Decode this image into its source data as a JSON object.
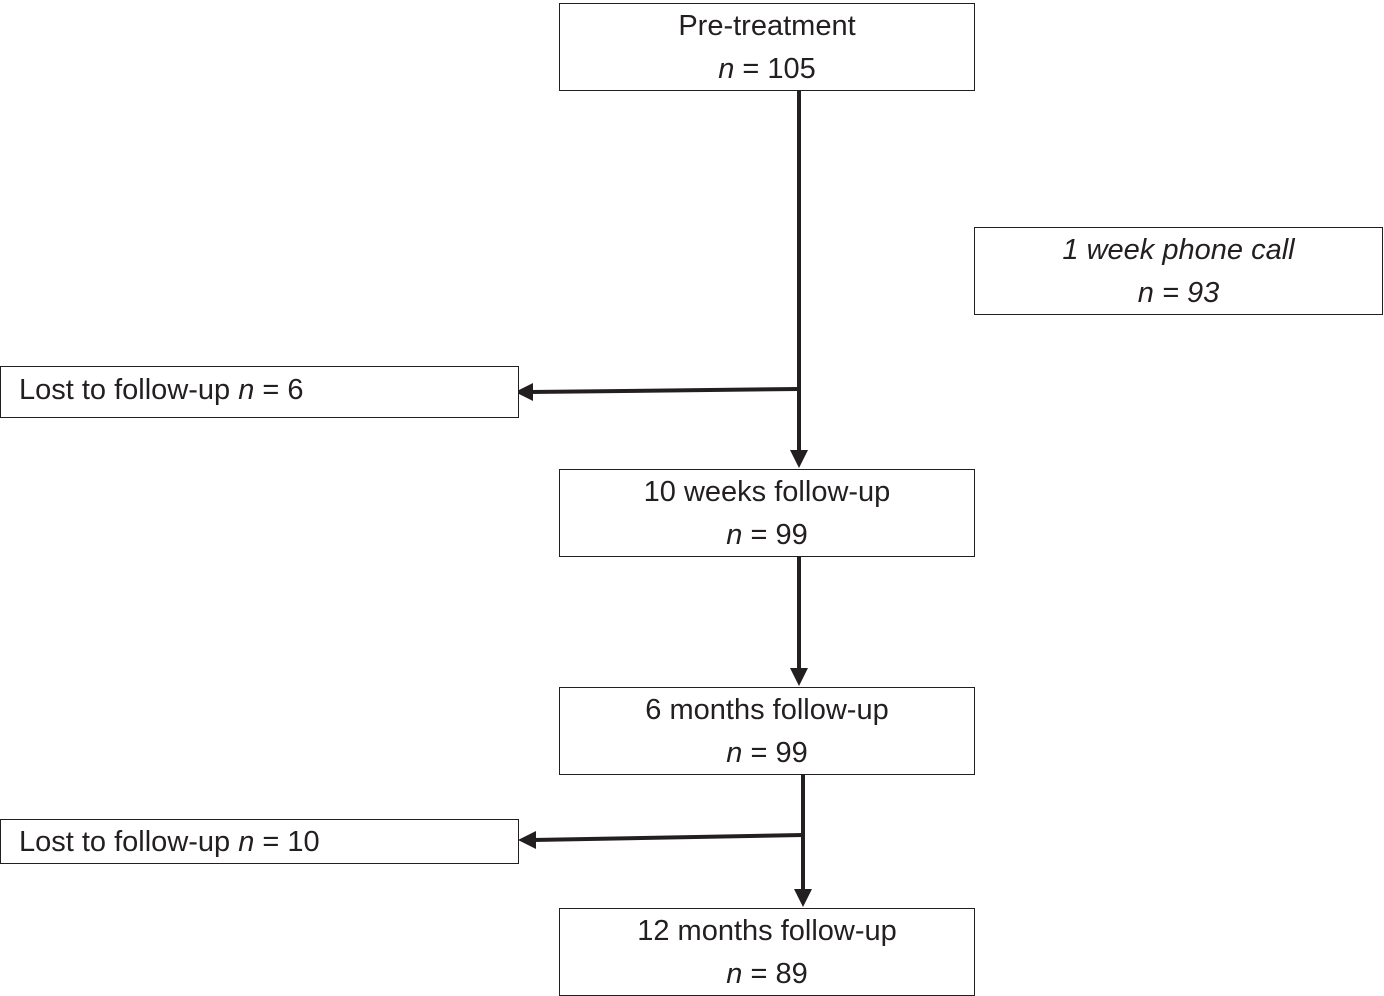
{
  "nodes": {
    "pre_treatment": {
      "title": "Pre-treatment",
      "n_label": "n",
      "n_value": "= 105"
    },
    "phone_call": {
      "title": "1 week phone call",
      "n_text": "n = 93"
    },
    "lost_1": {
      "text": "Lost to follow-up ",
      "n_label": "n",
      "n_value": " = 6"
    },
    "weeks_10": {
      "title": "10 weeks follow-up",
      "n_label": "n",
      "n_value": "= 99"
    },
    "months_6": {
      "title": "6 months follow-up",
      "n_label": "n",
      "n_value": "= 99"
    },
    "lost_2": {
      "text": "Lost to follow-up ",
      "n_label": "n",
      "n_value": " = 10"
    },
    "months_12": {
      "title": "12 months follow-up",
      "n_label": "n",
      "n_value": "= 89"
    }
  },
  "colors": {
    "line": "#231f20",
    "text": "#231f20",
    "background": "#ffffff"
  }
}
